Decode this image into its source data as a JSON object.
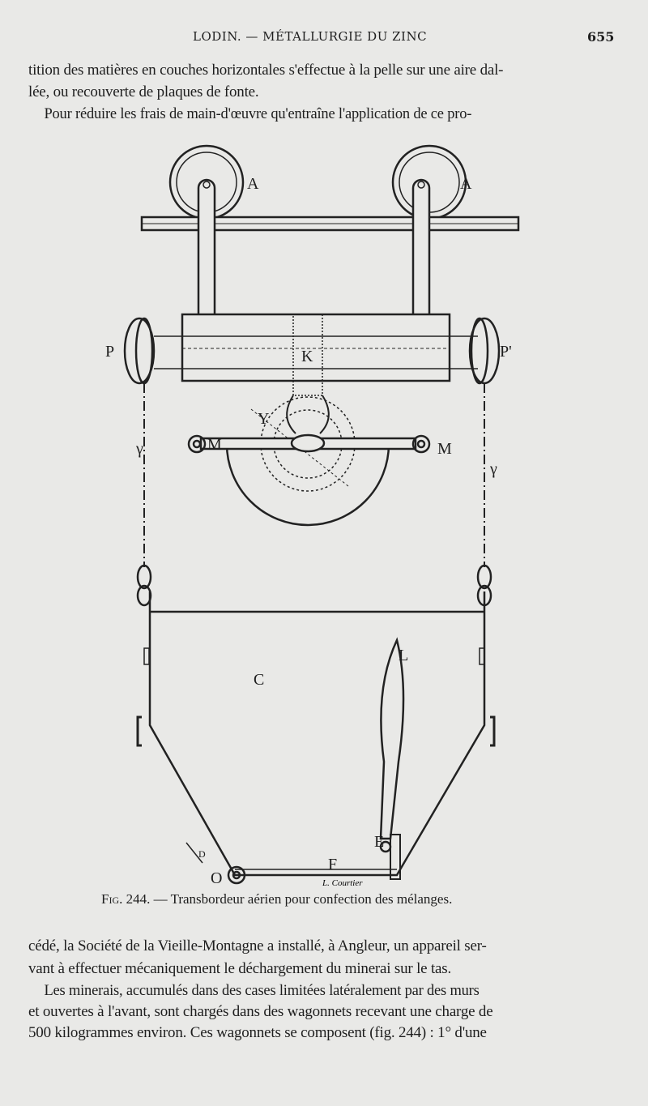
{
  "header": {
    "running_title": "LODIN. — MÉTALLURGIE DU ZINC",
    "page_number": "655"
  },
  "paragraphs_top": [
    "tition des matières en couches horizontales s'effectue à la pelle sur une aire dal-",
    "lée, ou recouverte de plaques de fonte.",
    "Pour réduire les frais de main-d'œuvre qu'entraîne l'application de ce pro-"
  ],
  "figure": {
    "labels": {
      "a_left": "A",
      "a_right": "A",
      "p_left": "P",
      "p_right": "P'",
      "k": "K",
      "y": "Y",
      "gamma_left": "γ",
      "gamma_right": "γ",
      "m_left": "M",
      "m_right": "M",
      "l": "L",
      "c": "C",
      "e": "E",
      "o": "O",
      "f": "F",
      "d": "D"
    },
    "signature": "L. Courtier",
    "caption_prefix": "Fig. 244.",
    "caption_text": " — Transbordeur aérien pour confection des mélanges."
  },
  "paragraphs_bottom": [
    "cédé, la Société de la Vieille-Montagne a installé, à Angleur, un appareil ser-",
    "vant à effectuer mécaniquement le déchargement du minerai sur le tas.",
    "Les minerais, accumulés dans des cases limitées latéralement par des murs",
    "et ouvertes à l'avant, sont chargés dans des wagonnets recevant une charge de",
    "500 kilogrammes environ. Ces wagonnets se composent (fig. 244) : 1° d'une"
  ]
}
